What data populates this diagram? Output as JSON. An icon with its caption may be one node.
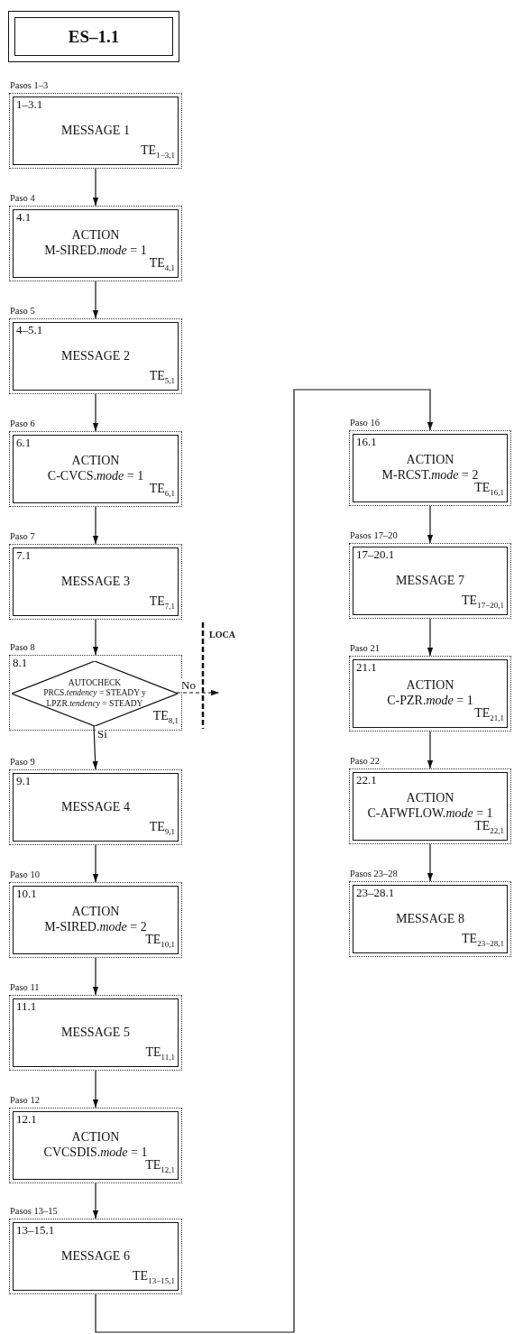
{
  "diagram": {
    "title": "ES–1.1",
    "nodes": [
      {
        "text": [
          "Pasos 1–3"
        ]
      },
      {
        "text": [
          "1–3.1",
          "MESSAGE 1",
          "TE$_{1−3,1}$"
        ],
        "in": 0
      },
      {
        "text": [
          "Paso 4"
        ]
      },
      {
        "text": [
          "4.1",
          "ACTION",
          "M-SIRED.*mode* = 1",
          "TE$_{4,1}$"
        ],
        "in": 2
      },
      {
        "text": [
          "Paso 5"
        ]
      },
      {
        "text": [
          "4–5.1",
          "MESSAGE 2",
          "TE$_{5,1}$"
        ],
        "in": 4
      },
      {
        "text": [
          "Paso 6"
        ]
      },
      {
        "text": [
          "6.1",
          "ACTION",
          "C-CVCS.*mode* = 1",
          "TE$_{6,1}$"
        ],
        "in": 6
      },
      {
        "text": [
          "Paso 7"
        ]
      },
      {
        "text": [
          "7.1",
          "MESSAGE 3",
          "TE$_{7,1}$"
        ],
        "in": 8
      },
      {
        "text": [
          "Paso 8",
          "8.1",
          "TE$_{8,1}$"
        ]
      },
      {
        "text": [
          "AUTOCHECK",
          "PRCS.*tendency* = STEADY y LPZR.*tendency* = STEADY"
        ],
        "in": 10
      },
      {
        "text": [
          "Paso 9"
        ]
      },
      {
        "text": [
          "9.1",
          "MESSAGE 4",
          "TE$_{9,1}$"
        ],
        "in": 12
      },
      {
        "text": [
          "Paso 10"
        ]
      },
      {
        "text": [
          "10.1",
          "ACTION",
          "M-SIRED.*mode* = 2",
          "TE$_{10,1}$"
        ],
        "in": 14
      },
      {
        "text": [
          "Paso 11"
        ]
      },
      {
        "text": [
          "11.1",
          "MESSAGE 5",
          "TE$_{11,1}$"
        ],
        "in": 16
      },
      {
        "text": [
          "Paso 12"
        ]
      },
      {
        "text": [
          "12.1",
          "ACTION",
          "CVCSDIS.*mode* = 1",
          "TE$_{12,1}$"
        ],
        "in": 18
      },
      {
        "text": [
          "Pasos 13–15"
        ]
      },
      {
        "text": [
          "13–15.1",
          "MESSAGE 6",
          "TE$_{13−15,1}$"
        ],
        "in": 20
      },
      {
        "text": [
          "Paso 16"
        ]
      },
      {
        "text": [
          "16.1",
          "ACTION",
          "M-RCST.*mode* = 2",
          "TE$_{16,1}$"
        ],
        "in": 22
      },
      {
        "text": [
          "Pasos 17–20"
        ]
      },
      {
        "text": [
          "17–20.1",
          "MESSAGE 7",
          "TE$_{17−20,1}$"
        ],
        "in": 24
      },
      {
        "text": [
          "Paso 21"
        ]
      },
      {
        "text": [
          "21.1",
          "ACTION",
          "C-PZR.*mode* = 1",
          "TE$_{21,1}$"
        ],
        "in": 26
      },
      {
        "text": [
          "Paso 22"
        ]
      },
      {
        "text": [
          "22.1",
          "ACTION",
          "C-AFWFLOW.*mode* = 1",
          "TE$_{22,1}$"
        ],
        "in": 28
      },
      {
        "text": [
          "Pasos 23–28"
        ]
      },
      {
        "text": [
          "23–28.1",
          "MESSAGE 8",
          "TE$_{23−28,1}$"
        ],
        "in": 30
      }
    ],
    "edges": [
      {
        "from": 0,
        "to": 2,
        "arrow": "to"
      },
      {
        "from": 2,
        "to": 4,
        "arrow": "to"
      },
      {
        "from": 4,
        "to": 6,
        "arrow": "to"
      },
      {
        "from": 6,
        "to": 8,
        "arrow": "to"
      },
      {
        "from": 8,
        "to": 10,
        "arrow": "to"
      },
      {
        "from": 11,
        "to": null,
        "arrow": "to",
        "label": "No",
        "style": "dashed"
      },
      {
        "from": 11,
        "to": 12,
        "arrow": "to",
        "label": "Sí"
      },
      {
        "from": 12,
        "to": 14,
        "arrow": "to"
      },
      {
        "from": 14,
        "to": 16,
        "arrow": "to"
      },
      {
        "from": 16,
        "to": 18,
        "arrow": "to"
      },
      {
        "from": 18,
        "to": 20,
        "arrow": "to"
      },
      {
        "from": 20,
        "to": 22,
        "arrow": "to"
      },
      {
        "from": 22,
        "to": 24,
        "arrow": "to"
      },
      {
        "from": 24,
        "to": 26,
        "arrow": "to"
      },
      {
        "from": 26,
        "to": 28,
        "arrow": "to"
      },
      {
        "from": 28,
        "to": 30,
        "arrow": "to"
      }
    ],
    "labels": [
      "LOCA"
    ]
  }
}
